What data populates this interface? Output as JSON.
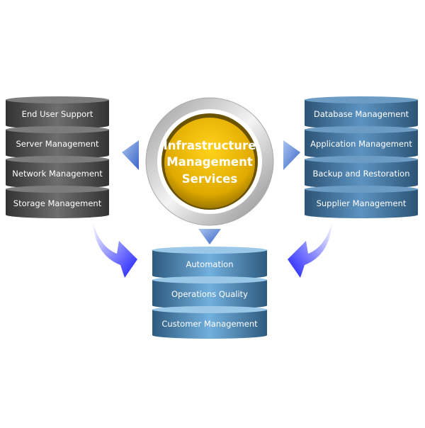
{
  "center": {
    "lines": [
      "Infrastructure",
      "Management",
      "Services"
    ]
  },
  "left_stack": {
    "items": [
      "End User Support",
      "Server Management",
      "Network Management",
      "Storage Management"
    ]
  },
  "right_stack": {
    "items": [
      "Database Management",
      "Application Management",
      "Backup and Restoration",
      "Supplier Management"
    ]
  },
  "bottom_stack": {
    "items": [
      "Automation",
      "Operations Quality",
      "Customer Management"
    ]
  },
  "colors": {
    "left": "#4a4a4a",
    "right": "#3f7099",
    "bottom": "#4a86b0",
    "gold": "#e8b800",
    "arrow": "#2a2af0"
  }
}
